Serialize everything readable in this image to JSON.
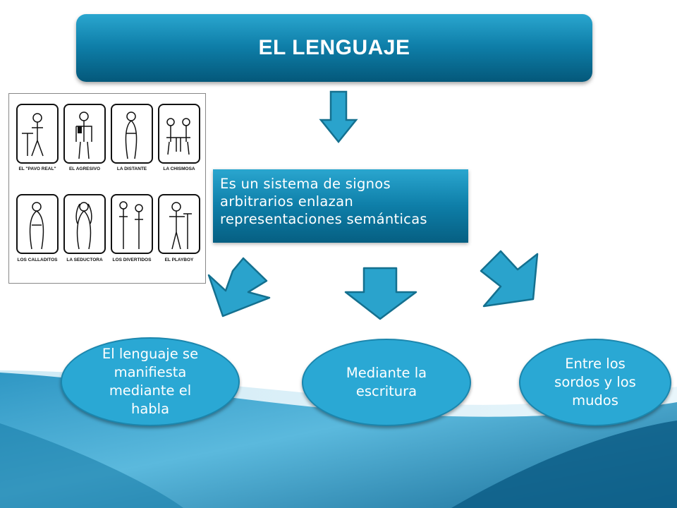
{
  "title": "EL LENGUAJE",
  "definition": "Es un sistema de signos arbitrarios  enlazan representaciones semánticas",
  "image_captions": [
    "EL \"PAVO REAL\"",
    "EL AGRESIVO",
    "LA DISTANTE",
    "LA CHISMOSA",
    "LOS CALLADITOS",
    "LA SEDUCTORA",
    "LOS DIVERTIDOS",
    "EL PLAYBOY"
  ],
  "ovals": [
    {
      "text": "El lenguaje se manifiesta mediante el habla"
    },
    {
      "text": "Mediante la escritura"
    },
    {
      "text": "Entre los sordos y los mudos"
    }
  ],
  "colors": {
    "primary": "#1b8fbb",
    "dark": "#05587a",
    "oval": "#2aa8d4",
    "arrow_fill": "#2aa3cc",
    "arrow_stroke": "#14708f"
  }
}
